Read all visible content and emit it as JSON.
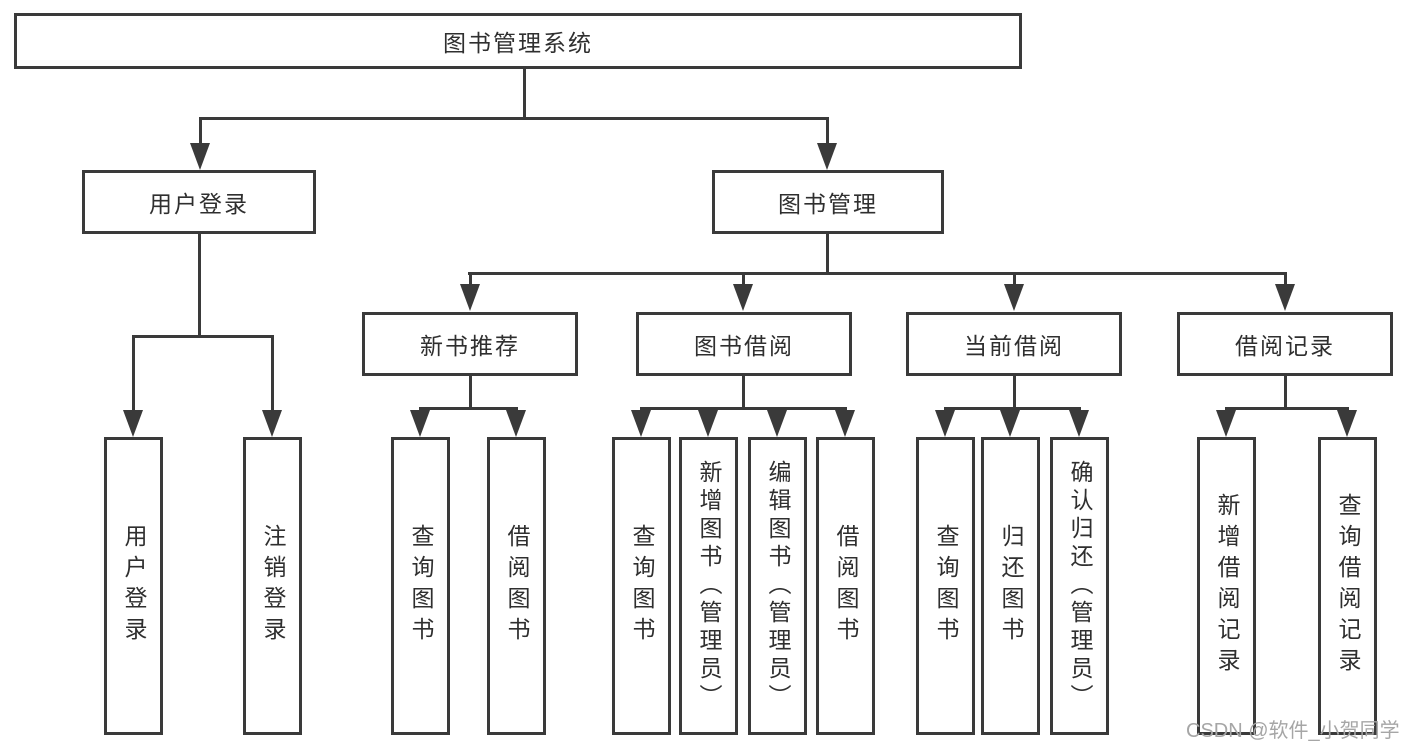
{
  "tree": {
    "label": "图书管理系统",
    "children": [
      {
        "label": "用户登录",
        "children": [
          {
            "label": "用户登录"
          },
          {
            "label": "注销登录"
          }
        ]
      },
      {
        "label": "图书管理",
        "children": [
          {
            "label": "新书推荐",
            "children": [
              {
                "label": "查询图书"
              },
              {
                "label": "借阅图书"
              }
            ]
          },
          {
            "label": "图书借阅",
            "children": [
              {
                "label": "查询图书"
              },
              {
                "label": "新增图书（管理员）"
              },
              {
                "label": "编辑图书（管理员）"
              },
              {
                "label": "借阅图书"
              }
            ]
          },
          {
            "label": "当前借阅",
            "children": [
              {
                "label": "查询图书"
              },
              {
                "label": "归还图书"
              },
              {
                "label": "确认归还（管理员）"
              }
            ]
          },
          {
            "label": "借阅记录",
            "children": [
              {
                "label": "新增借阅记录"
              },
              {
                "label": "查询借阅记录"
              }
            ]
          }
        ]
      }
    ]
  },
  "watermark": {
    "text": "CSDN @软件_小贺同学"
  },
  "colors": {
    "line": "#3a3a3a",
    "text": "#2f2f2f",
    "background": "#ffffff",
    "watermark": "#a6a6a6"
  }
}
